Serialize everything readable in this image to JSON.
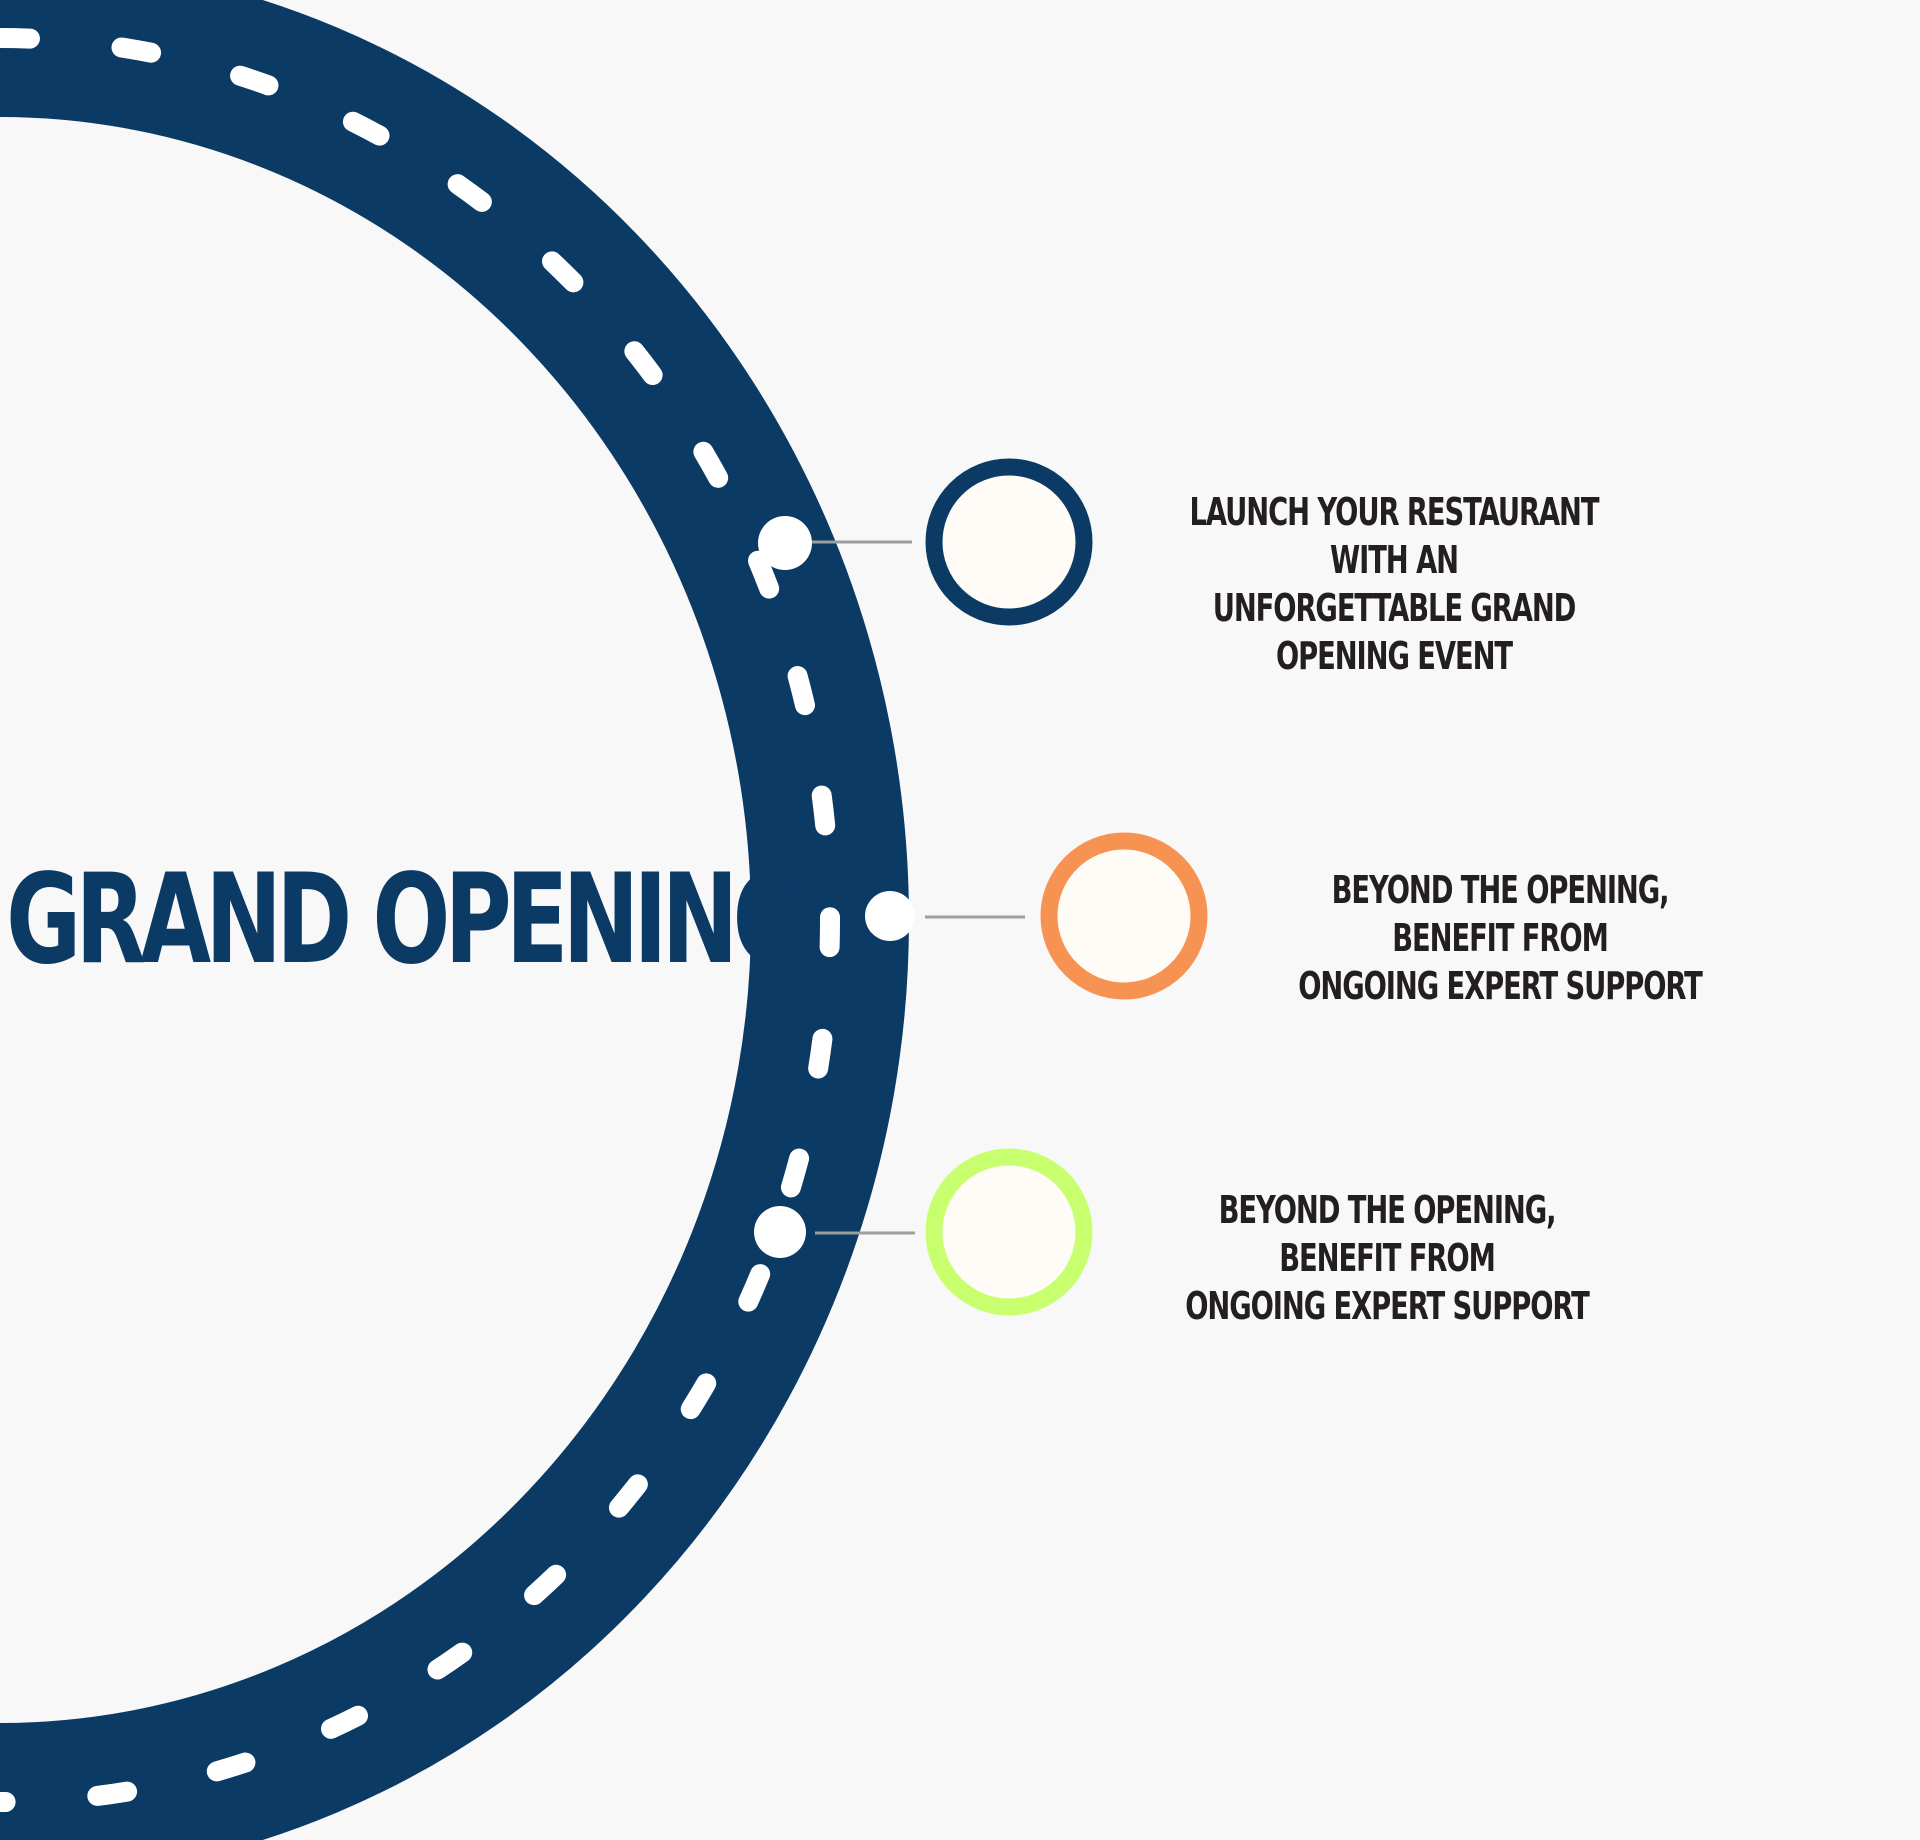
{
  "diagram": {
    "title": "GRAND OPENING",
    "colors": {
      "background": "#f8f8f9",
      "road": "#0b3b65",
      "road_markings": "#ffffff",
      "title": "#0b3b65",
      "connector": "#9e9e9e",
      "text": "#231f20",
      "circle_fill": "#fffcf7"
    },
    "steps": [
      {
        "text": "LAUNCH YOUR RESTAURANT WITH AN\nUNFORGETTABLE GRAND OPENING EVENT",
        "ring_color": "#0b3b65"
      },
      {
        "text": "BEYOND THE OPENING, BENEFIT FROM\nONGOING EXPERT SUPPORT",
        "ring_color": "#f79352"
      },
      {
        "text": "BEYOND THE OPENING, BENEFIT FROM\nONGOING EXPERT SUPPORT",
        "ring_color": "#c8ff6e"
      }
    ]
  }
}
